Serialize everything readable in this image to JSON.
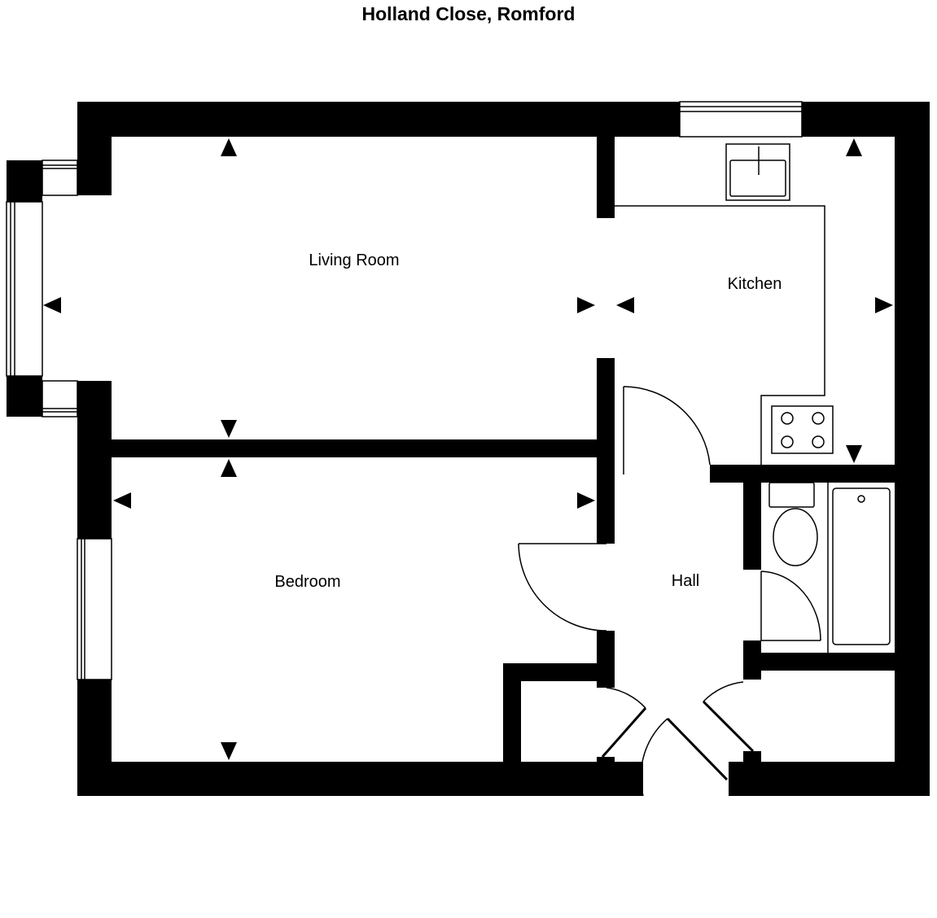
{
  "title": "Holland Close, Romford",
  "rooms": {
    "living_room": "Living Room",
    "kitchen": "Kitchen",
    "bedroom": "Bedroom",
    "hall": "Hall"
  },
  "colors": {
    "wall": "#000000",
    "background": "#ffffff"
  }
}
